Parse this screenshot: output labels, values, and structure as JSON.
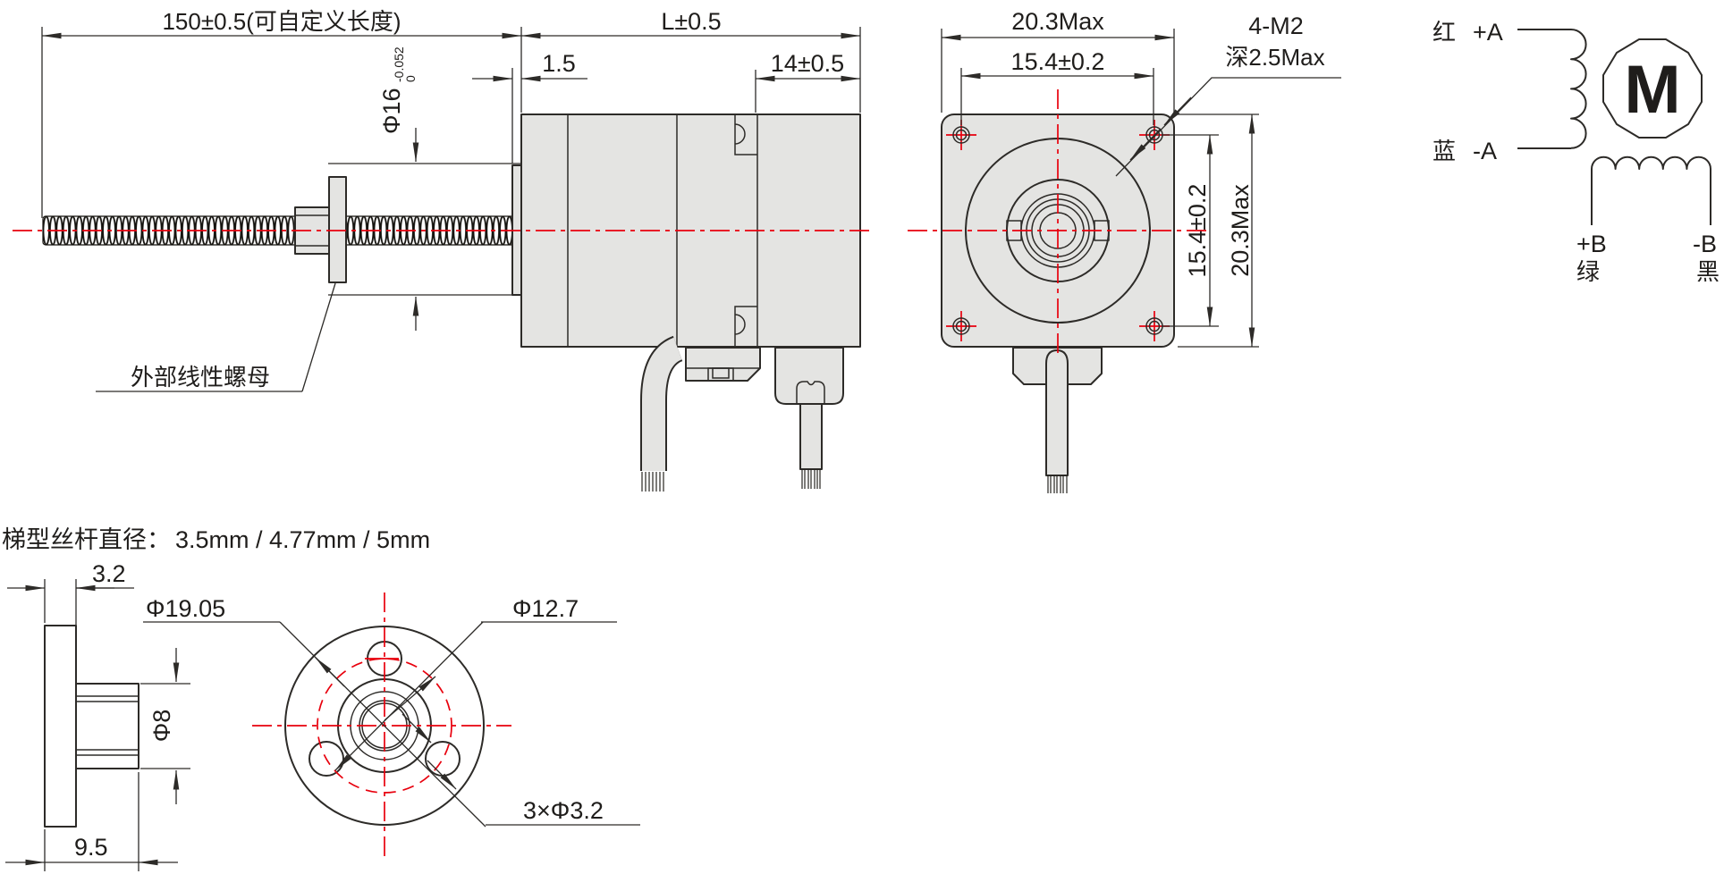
{
  "side_view": {
    "overall_length": "150±0.5(可自定义长度)",
    "shaft_dia": "Φ16",
    "shaft_tol_upper": "0",
    "shaft_tol_lower": "-0.052",
    "body_length": "L±0.5",
    "boss_length": "1.5",
    "rear_length": "14±0.5",
    "nut_callout": "外部线性螺母"
  },
  "front_view": {
    "width_max": "20.3Max",
    "hole_pitch_h": "15.4±0.2",
    "tap_callout_line1": "4-M2",
    "tap_callout_line2": "深2.5Max",
    "hole_pitch_v": "15.4±0.2",
    "height_max": "20.3Max"
  },
  "screw_spec": {
    "label": "梯型丝杆直径：",
    "values": "3.5mm / 4.77mm / 5mm"
  },
  "nut_detail": {
    "flange_thickness": "3.2",
    "outer_dia": "Φ19.05",
    "barrel_dia": "Φ8",
    "total_length": "9.5",
    "bolt_circle_dia": "Φ12.7",
    "mount_holes": "3×Φ3.2"
  },
  "wiring": {
    "a_pos_wire": "红",
    "a_pos": "+A",
    "a_neg_wire": "蓝",
    "a_neg": "-A",
    "motor": "M",
    "b_pos": "+B",
    "b_pos_wire": "绿",
    "b_neg": "-B",
    "b_neg_wire": "黑"
  },
  "colors": {
    "outline": "#2d2b28",
    "fill": "#e4e4e2",
    "centerline_red": "#e8000d"
  }
}
